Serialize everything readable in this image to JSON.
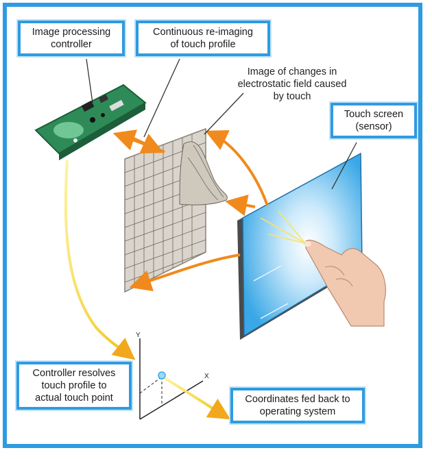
{
  "colors": {
    "frame": "#2f9be0",
    "arrow_orange": "#f08a1c",
    "arrow_yellow": "#f2d23a",
    "screen_blue": "#3aa8e6",
    "board_green": "#2e8b57",
    "mesh_grey": "#b8b2aa"
  },
  "labels": {
    "controller": [
      "Image processing",
      "controller"
    ],
    "reimaging": [
      "Continuous re-imaging",
      "of touch profile"
    ],
    "image_changes": [
      "Image of changes in",
      "electrostatic field caused",
      "by touch"
    ],
    "touch_screen": [
      "Touch screen",
      "(sensor)"
    ],
    "resolves": [
      "Controller resolves",
      "touch profile to",
      "actual touch point"
    ],
    "coordinates": [
      "Coordinates fed back to",
      "operating system"
    ]
  },
  "axes": {
    "y": "Y",
    "x": "X"
  },
  "icons": [
    "circuit-board-icon",
    "touch-hand-icon",
    "deformed-mesh-icon",
    "sensor-screen-icon",
    "coordinate-axes-icon"
  ]
}
